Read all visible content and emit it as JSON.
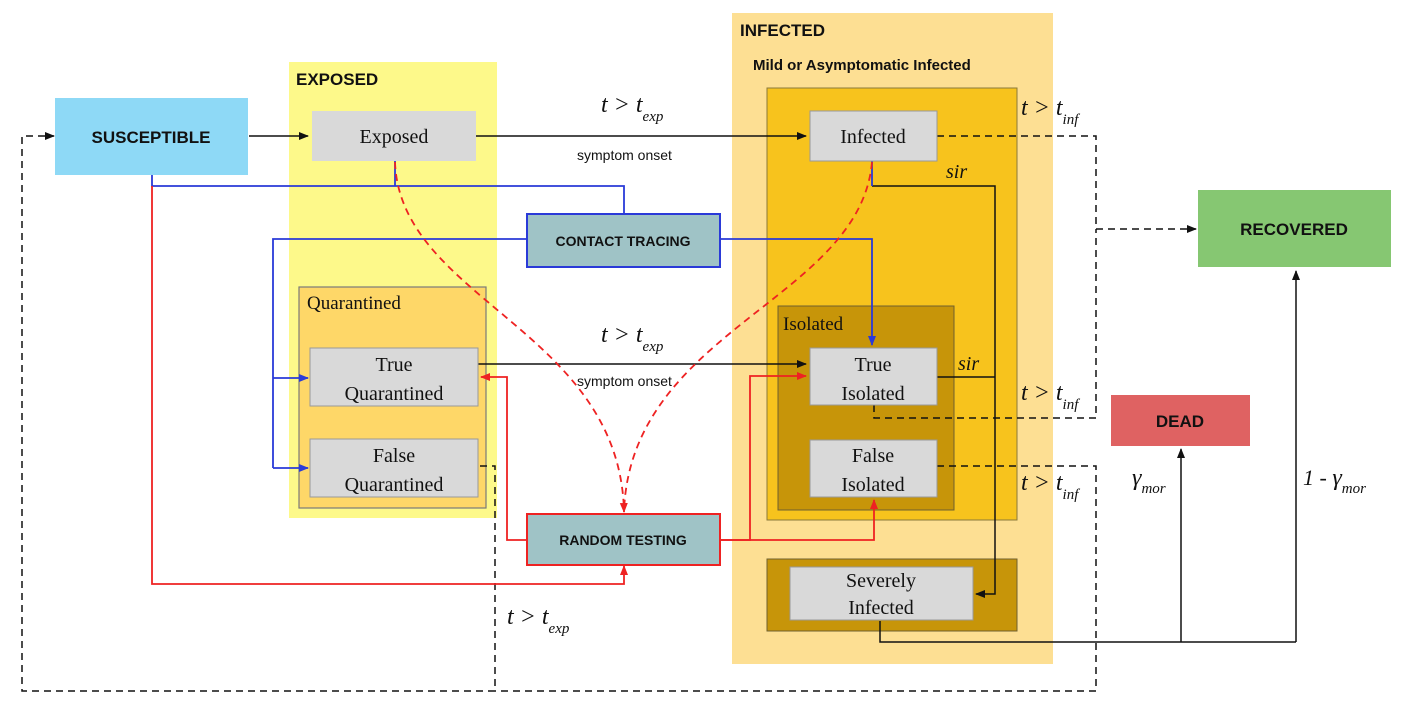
{
  "groups": {
    "exposed": "EXPOSED",
    "infected": "INFECTED",
    "mild": "Mild or Asymptomatic Infected",
    "quarantined": "Quarantined",
    "isolated": "Isolated"
  },
  "nodes": {
    "susceptible": "SUSCEPTIBLE",
    "exposed": "Exposed",
    "infected": "Infected",
    "recovered": "RECOVERED",
    "dead": "DEAD",
    "contact_tracing": "CONTACT TRACING",
    "random_testing": "RANDOM TESTING",
    "true_quarantined": [
      "True",
      "Quarantined"
    ],
    "false_quarantined": [
      "False",
      "Quarantined"
    ],
    "true_isolated": [
      "True",
      "Isolated"
    ],
    "false_isolated": [
      "False",
      "Isolated"
    ],
    "severely_infected": [
      "Severely",
      "Infected"
    ]
  },
  "edge_labels": {
    "symptom_onset_top": "symptom  onset",
    "symptom_onset_mid": "symptom  onset",
    "sir_top": "sir",
    "sir_mid": "sir",
    "mor_base": "γ",
    "mor_sub": "mor",
    "one_minus": "1 - ",
    "t": "t",
    "gt": " > ",
    "sub_exp": "exp",
    "sub_inf": "inf"
  },
  "colors": {
    "exposed_group": "#fdf98a",
    "infected_group": "#fddf93",
    "mild_group": "#f7c31d",
    "isolated_group": "#c79509",
    "quarantined_group": "#fed768",
    "node_gray": "#d9d9d9",
    "susceptible": "#8ed9f6",
    "recovered": "#86c772",
    "dead": "#df6262",
    "intervention": "#9fc3c6",
    "blue_edge": "#2a3ad8",
    "red_edge": "#ee2222"
  }
}
